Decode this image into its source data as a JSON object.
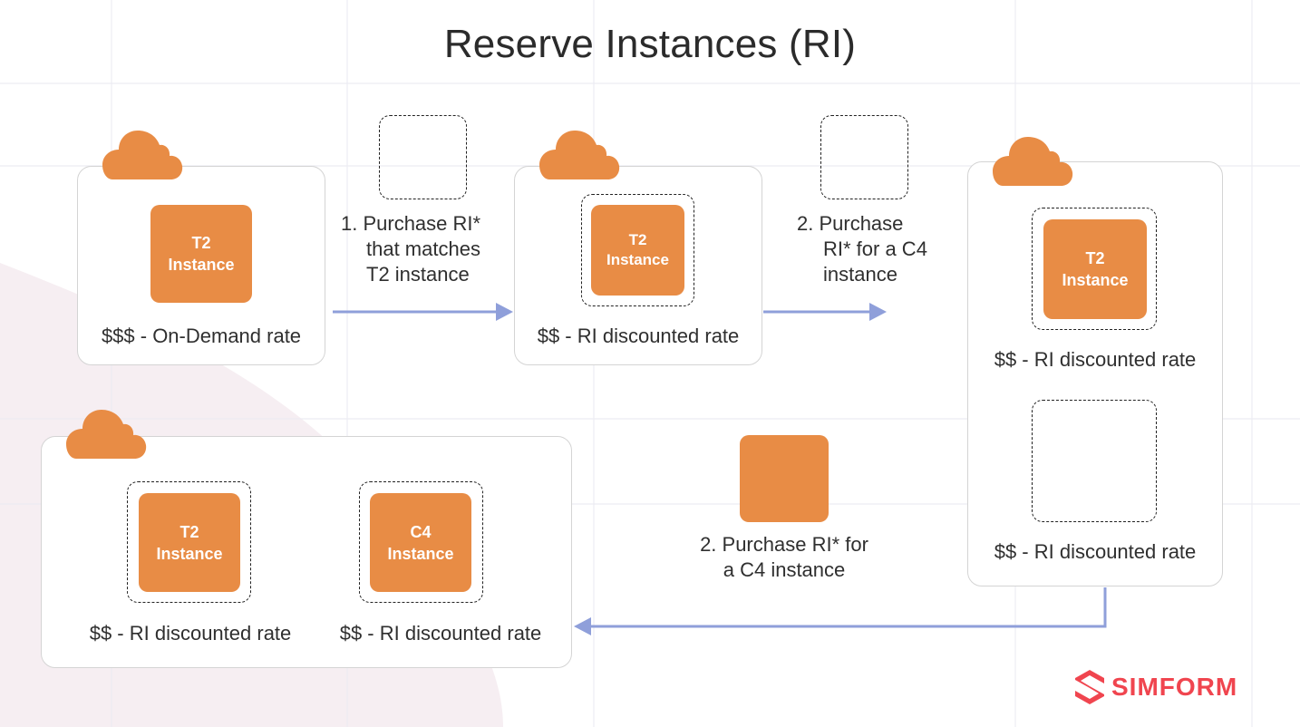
{
  "title": "Reserve Instances (RI)",
  "colors": {
    "instance_chip": "#e88c45",
    "cloud": "#e88c45",
    "arrow": "#8f9fda",
    "brand": "#f0454f",
    "panel_border": "#d4d4d4"
  },
  "icons": [
    "cloud-icon",
    "simform-logo-icon"
  ],
  "panels": {
    "on_demand": {
      "chip_line1": "T2",
      "chip_line2": "Instance",
      "rate": "$$$ - On-Demand rate"
    },
    "ri_t2": {
      "chip_line1": "T2",
      "chip_line2": "Instance",
      "rate": "$$ - RI discounted rate"
    },
    "ri_two_slots": {
      "chip_line1": "T2",
      "chip_line2": "Instance",
      "rate_top": "$$ - RI discounted rate",
      "rate_bottom": "$$ - RI discounted rate"
    },
    "final": {
      "t2_line1": "T2",
      "t2_line2": "Instance",
      "t2_rate": "$$ - RI discounted rate",
      "c4_line1": "C4",
      "c4_line2": "Instance",
      "c4_rate": "$$ - RI discounted rate"
    }
  },
  "steps": {
    "step1": [
      "1. Purchase RI*",
      "that matches",
      "T2 instance"
    ],
    "step2_top": [
      "2. Purchase",
      "RI* for a C4",
      "instance"
    ],
    "step2_bottom": [
      "2. Purchase RI* for",
      "a C4 instance"
    ]
  },
  "brand": {
    "name": "SIMFORM"
  }
}
